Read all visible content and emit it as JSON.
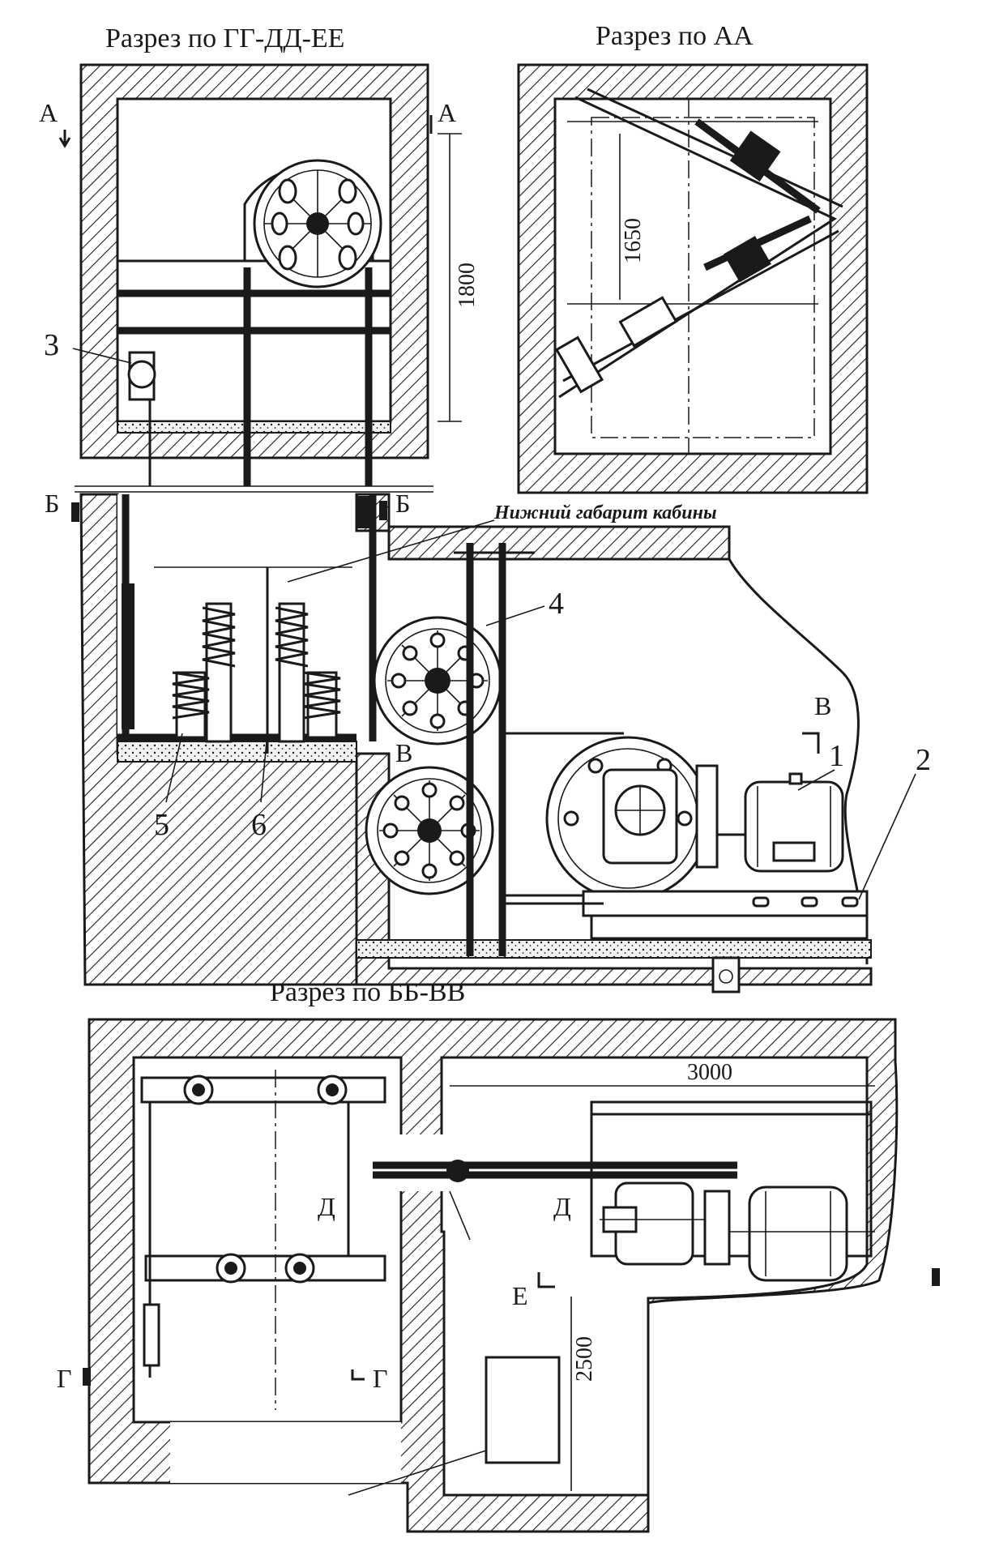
{
  "titles": {
    "section_gg": "Разрез по ГГ-ДД-ЕЕ",
    "section_aa": "Разрез по АА",
    "section_bb": "Разрез по ББ-ВВ"
  },
  "section_marks": {
    "a_left": "А",
    "a_right": "А",
    "b_left": "Б",
    "b_right": "Б",
    "v_upper": "В",
    "v_lower": "В",
    "g_left": "Г",
    "g_right": "Г",
    "d_left": "Д",
    "d_right": "Д",
    "e": "Е"
  },
  "callouts": {
    "n1": "1",
    "n2": "2",
    "n3": "3",
    "n4": "4",
    "n5": "5",
    "n6": "6"
  },
  "dimensions": {
    "height_1800": "1800",
    "width_1650": "1650",
    "length_3000": "3000",
    "width_2500": "2500"
  },
  "notes": {
    "cabin_lower_limit": "Нижний габарит кабины"
  }
}
